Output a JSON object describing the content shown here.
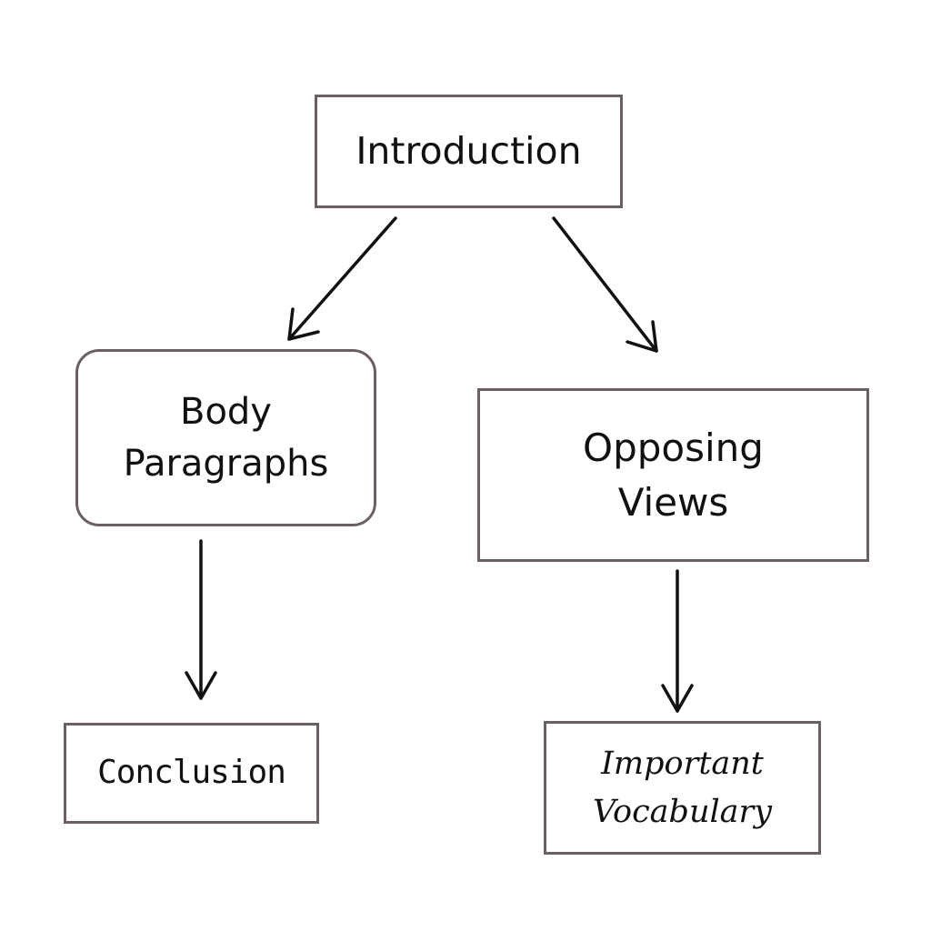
{
  "diagram": {
    "nodes": {
      "introduction": [
        "Introduction"
      ],
      "body_paragraphs": [
        "Body",
        "Paragraphs"
      ],
      "opposing_views": [
        "Opposing",
        "Views"
      ],
      "conclusion": [
        "Conclusion"
      ],
      "important_vocabulary": [
        "Important",
        "Vocabulary"
      ]
    },
    "edges": [
      {
        "from": "Introduction",
        "to": "Body Paragraphs"
      },
      {
        "from": "Introduction",
        "to": "Opposing Views"
      },
      {
        "from": "Body Paragraphs",
        "to": "Conclusion"
      },
      {
        "from": "Opposing Views",
        "to": "Important Vocabulary"
      }
    ],
    "colors": {
      "box_border": "#6b5f66",
      "arrow": "#111111",
      "background": "#ffffff"
    }
  }
}
